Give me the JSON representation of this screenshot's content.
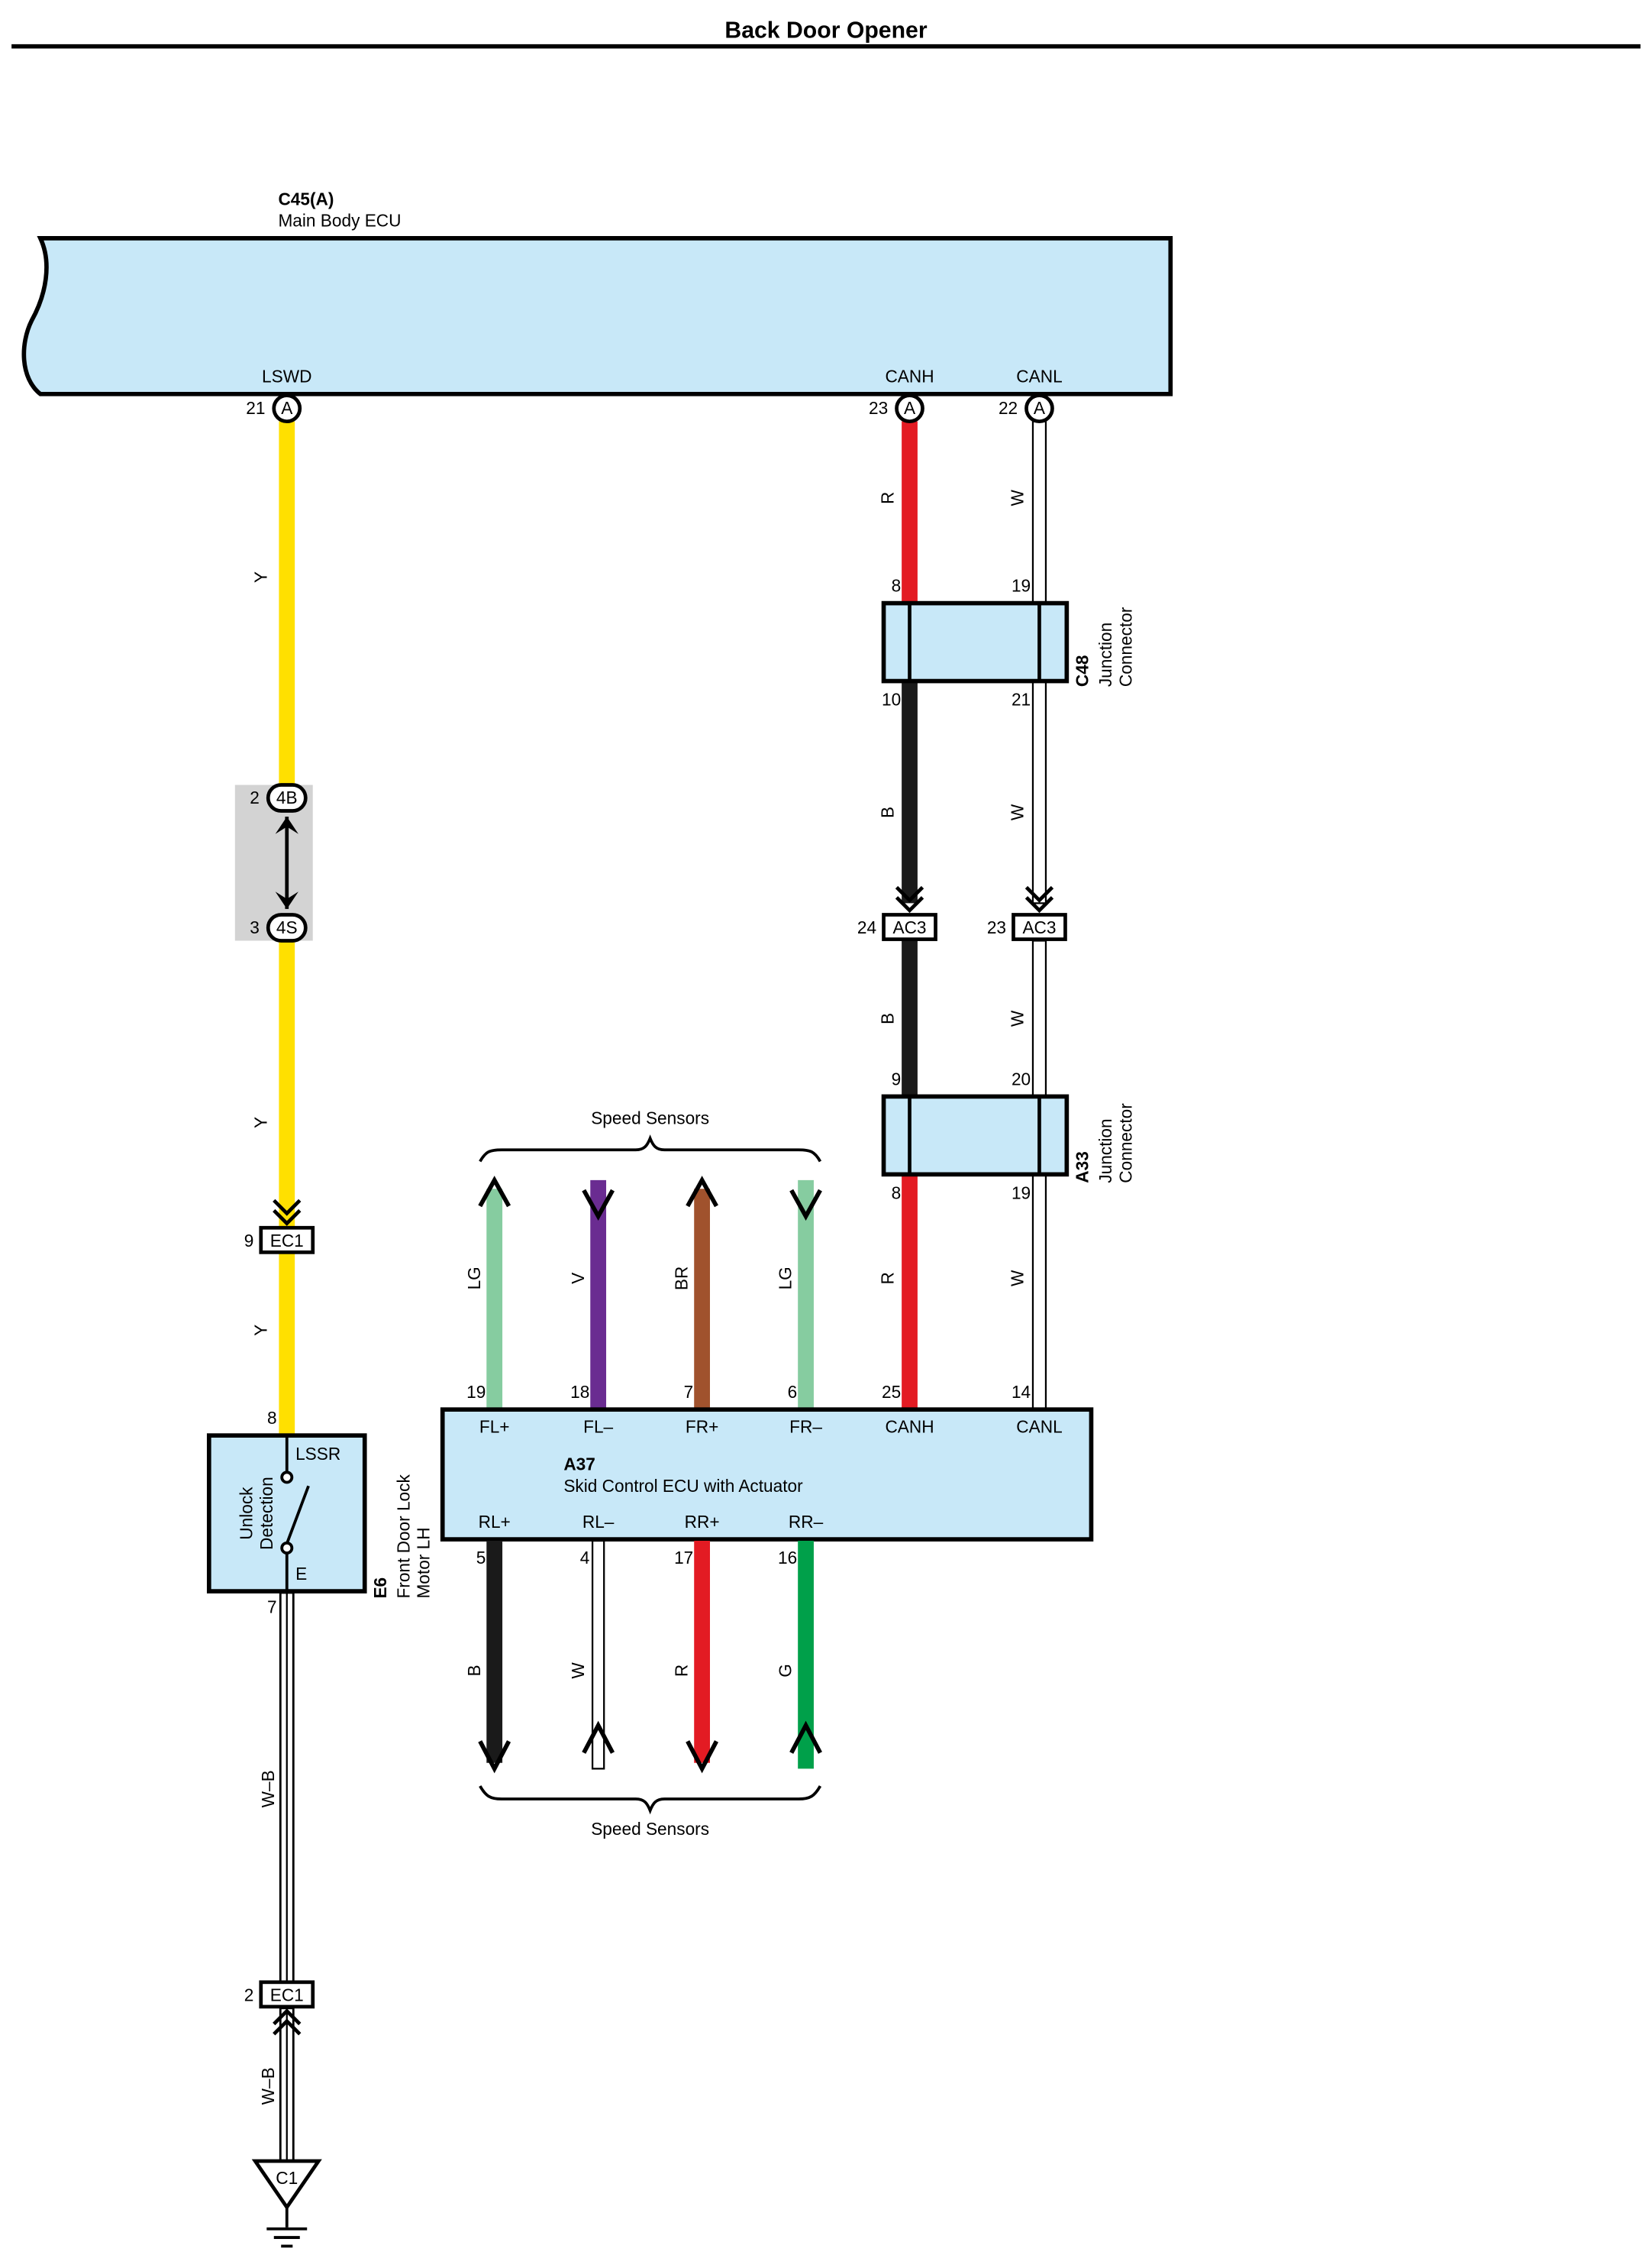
{
  "title": "Back Door Opener",
  "colors": {
    "yellow": "#FFE000",
    "red": "#E31B23",
    "black": "#1A1A1A",
    "white_wire": "#FFFFFF",
    "light_green": "#86CCA0",
    "violet": "#6A2C91",
    "brown": "#A0522D",
    "green": "#00A04A",
    "component_fill": "#C8E8F8",
    "splice_fill": "#D3D3D3"
  },
  "components": {
    "main_ecu": {
      "code": "C45(A)",
      "name": "Main Body ECU",
      "pins": [
        {
          "label": "LSWD",
          "number": "21",
          "connector": "A"
        },
        {
          "label": "CANH",
          "number": "23",
          "connector": "A"
        },
        {
          "label": "CANL",
          "number": "22",
          "connector": "A"
        }
      ]
    },
    "c48": {
      "code": "C48",
      "name_line1": "Junction",
      "name_line2": "Connector",
      "pins_top": [
        "8",
        "19"
      ],
      "pins_bottom": [
        "10",
        "21"
      ]
    },
    "a33": {
      "code": "A33",
      "name_line1": "Junction",
      "name_line2": "Connector",
      "pins_top": [
        "9",
        "20"
      ],
      "pins_bottom": [
        "8",
        "19"
      ]
    },
    "a37": {
      "code": "A37",
      "name": "Skid Control ECU with Actuator",
      "top_pins": [
        {
          "label": "FL+",
          "number": "19"
        },
        {
          "label": "FL–",
          "number": "18"
        },
        {
          "label": "FR+",
          "number": "7"
        },
        {
          "label": "FR–",
          "number": "6"
        },
        {
          "label": "CANH",
          "number": "25"
        },
        {
          "label": "CANL",
          "number": "14"
        }
      ],
      "bottom_pins": [
        {
          "label": "RL+",
          "number": "5"
        },
        {
          "label": "RL–",
          "number": "4"
        },
        {
          "label": "RR+",
          "number": "17"
        },
        {
          "label": "RR–",
          "number": "16"
        }
      ]
    },
    "e6": {
      "code": "E6",
      "name_line1": "Front Door Lock",
      "name_line2": "Motor LH",
      "inner_line1": "Unlock",
      "inner_line2": "Detection",
      "pin_top_label": "LSSR",
      "pin_bottom_label": "E",
      "pin_top_number": "8",
      "pin_bottom_number": "7"
    }
  },
  "connectors": {
    "c4b": {
      "id": "4B",
      "pin": "2"
    },
    "c4s": {
      "id": "4S",
      "pin": "3"
    },
    "ec1_top": {
      "id": "EC1",
      "pin": "9"
    },
    "ec1_bottom": {
      "id": "EC1",
      "pin": "2"
    },
    "ac3_canh": {
      "id": "AC3",
      "pin": "24"
    },
    "ac3_canl": {
      "id": "AC3",
      "pin": "23"
    },
    "ground": {
      "id": "C1"
    }
  },
  "wire_colors": {
    "lswd_upper": "Y",
    "lswd_middle": "Y",
    "lswd_lower": "Y",
    "ground_upper": "W–B",
    "ground_lower": "W–B",
    "canh_1": "R",
    "canh_2": "B",
    "canh_3": "B",
    "canh_4": "R",
    "canl_1": "W",
    "canl_2": "W",
    "canl_3": "W",
    "canl_4": "W",
    "fl_plus": "LG",
    "fl_minus": "V",
    "fr_plus": "BR",
    "fr_minus": "LG",
    "rl_plus": "B",
    "rl_minus": "W",
    "rr_plus": "R",
    "rr_minus": "G"
  },
  "speed_sensors_top": "Speed Sensors",
  "speed_sensors_bottom": "Speed Sensors"
}
